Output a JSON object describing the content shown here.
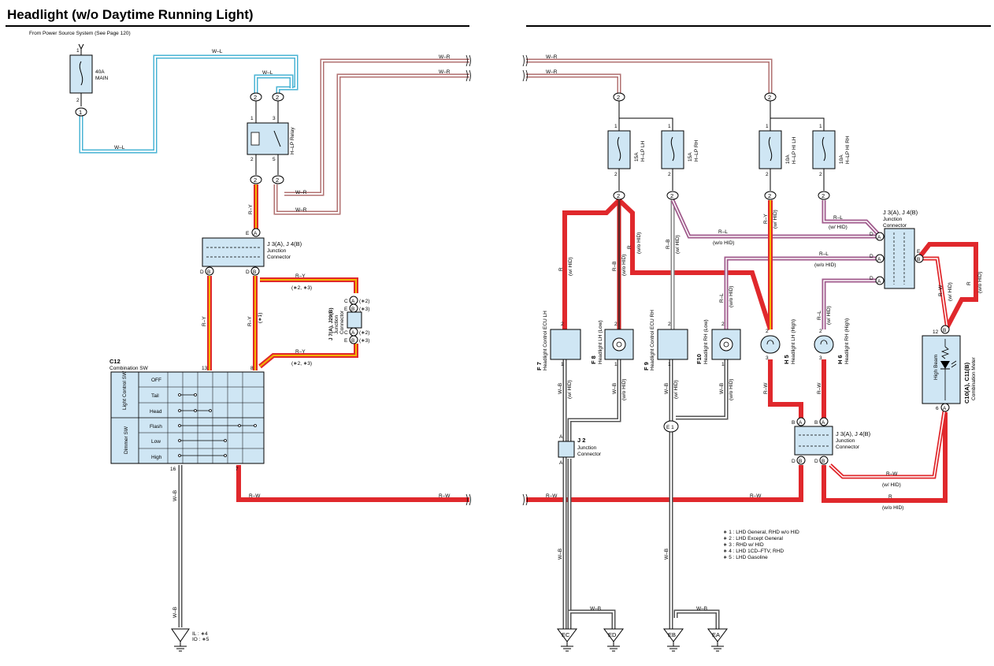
{
  "title": "Headlight (w/o Daytime Running Light)",
  "source_note": "From Power Source System (See Page 120)",
  "fuses": {
    "main": {
      "rating": "40A",
      "name": "MAIN"
    },
    "hlp_lh": {
      "rating": "15A",
      "name": "H–LP LH"
    },
    "hlp_rh": {
      "rating": "15A",
      "name": "H–LP RH"
    },
    "hlp_hi_lh": {
      "rating": "10A",
      "name": "H–LP HI LH"
    },
    "hlp_hi_rh": {
      "rating": "10A",
      "name": "H–LP HI RH"
    }
  },
  "relay": {
    "name": "H–LP Relay"
  },
  "wires": {
    "wl": "W–L",
    "wr": "W–R",
    "ry": "R–Y",
    "wb": "W–B",
    "rw": "R–W",
    "r": "R",
    "rb": "R–B",
    "rl": "R–L"
  },
  "notes": {
    "w_hid": "(w/ HID)",
    "wo_hid": "(w/o HID)",
    "n23": "(∗2, ∗3)",
    "n1": "(∗1)",
    "n2": "(∗2)",
    "n3": "(∗3)",
    "il": "IL : ∗4",
    "io": "IO : ∗5"
  },
  "connectors": {
    "j3_j4_label": "J 3(A), J 4(B)",
    "j3_j4_label2": "J 3(A), J 4(B)",
    "junction": "Junction",
    "connector": "Connector",
    "j7_j29": "J 7(A), J29(B)",
    "j2": "J 2"
  },
  "combination_sw": {
    "code": "C12",
    "name": "Combination SW",
    "group_light": "Light Control SW",
    "group_dimmer": "Dimmer SW",
    "positions": [
      "OFF",
      "Tail",
      "Head",
      "Flash",
      "Low",
      "High"
    ]
  },
  "components": {
    "f7": {
      "code": "F 7",
      "name": "Headlight Control ECU LH"
    },
    "f8": {
      "code": "F 8",
      "name": "Headlight LH (Low)"
    },
    "f9": {
      "code": "F 9",
      "name": "Headlight Control ECU RH"
    },
    "f10": {
      "code": "F10",
      "name": "Headlight RH (Low)"
    },
    "h5": {
      "code": "H 5",
      "name": "Headlight LH (High)"
    },
    "h6": {
      "code": "H 6",
      "name": "Headlight RH (High)"
    },
    "meter": {
      "code": "C10(A), C11(B)",
      "name": "Combination Meter",
      "lamp": "High Beam"
    }
  },
  "grounds": [
    "EC",
    "ED",
    "EB",
    "EA"
  ],
  "splice": "E 1",
  "pins": {
    "one": "1",
    "two": "2",
    "three": "3",
    "five": "5",
    "six": "6",
    "seven": "7",
    "eight": "8",
    "twelve": "12",
    "thirteen": "13",
    "sixteen": "16",
    "A": "A",
    "B": "B",
    "C": "C",
    "D": "D",
    "E": "E"
  },
  "legend": [
    "∗ 1 : LHD General,  RHD w/o HID",
    "∗ 2 : LHD Except General",
    "∗ 3 : RHD w/ HID",
    "∗ 4 : LHD 1CD–FTV,  RHD",
    "∗ 5 : LHD Gasoline"
  ],
  "colors": {
    "red": "#e0282c",
    "yellow": "#f4b400",
    "blue": "#4bb4d4",
    "component_fill": "#cfe6f4",
    "rule": "#000000"
  }
}
